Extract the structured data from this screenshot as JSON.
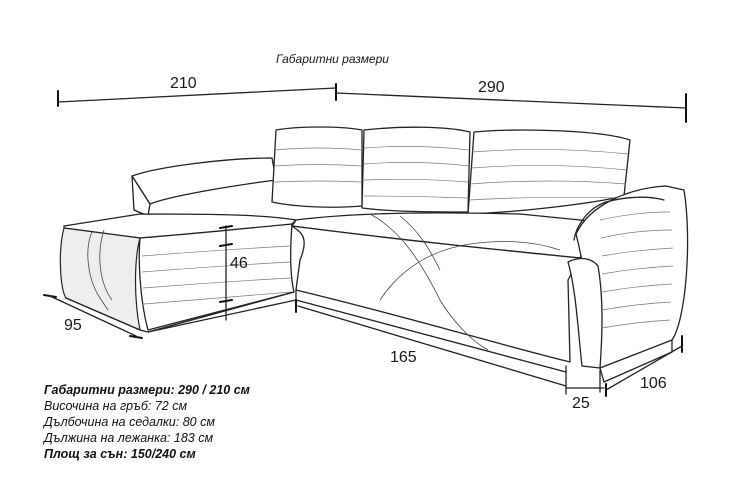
{
  "caption": "Габаритни размери",
  "dimensions": {
    "top_left": "210",
    "top_right": "290",
    "height_seat": "46",
    "depth_left": "95",
    "length_bottom": "165",
    "arm_width": "25",
    "depth_right": "106"
  },
  "specs": [
    "Габаритни размери: 290 / 210 см",
    "Височина на гръб: 72 см",
    "Дълбочина на седалки: 80 см",
    "Дължина на лежанка: 183 см",
    "Площ за сън: 150/240 см"
  ]
}
